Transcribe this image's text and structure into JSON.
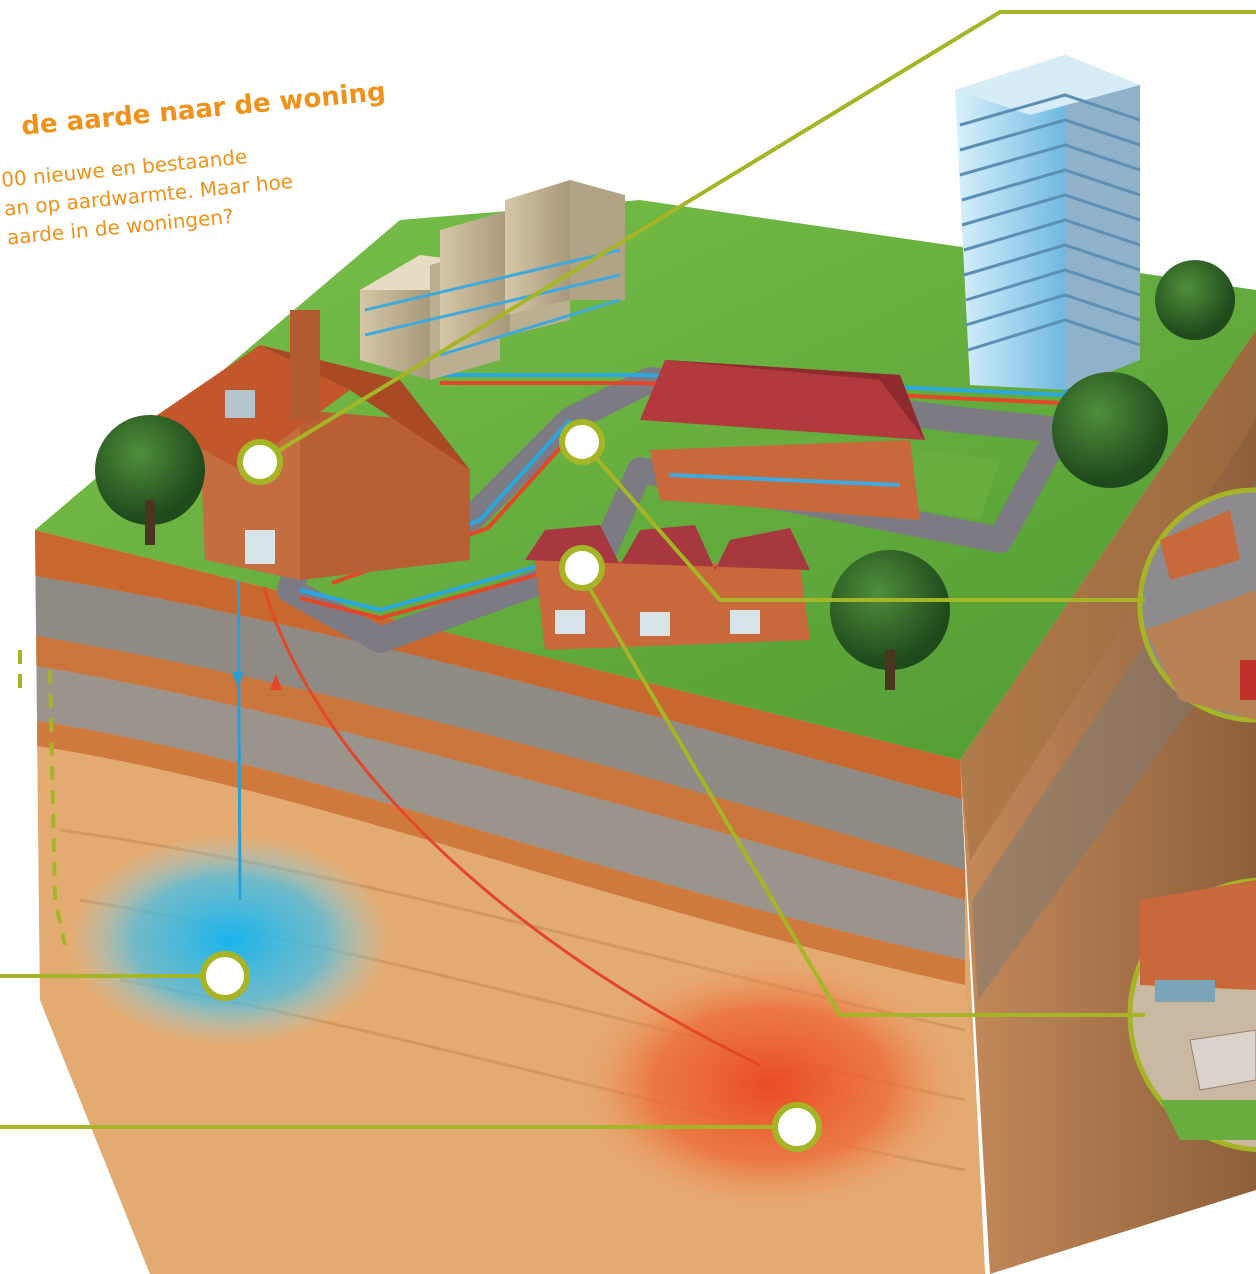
{
  "heading": {
    "title": "de aarde naar de woning",
    "intro_lines": [
      "00 nieuwe en bestaande",
      "an op aardwarmte. Maar hoe",
      "aarde in de woningen?"
    ]
  },
  "colors": {
    "accent_orange": "#f0921a",
    "callout_green": "#a5b526",
    "grass": "#5aa33a",
    "cold_water": "#29b8e6",
    "hot_water": "#e8502a",
    "sandstone": "#dfa66c"
  },
  "icons": {
    "callout_marker": "white-circle-with-green-ring",
    "dashed_arrow": "green-dashed-connector"
  }
}
